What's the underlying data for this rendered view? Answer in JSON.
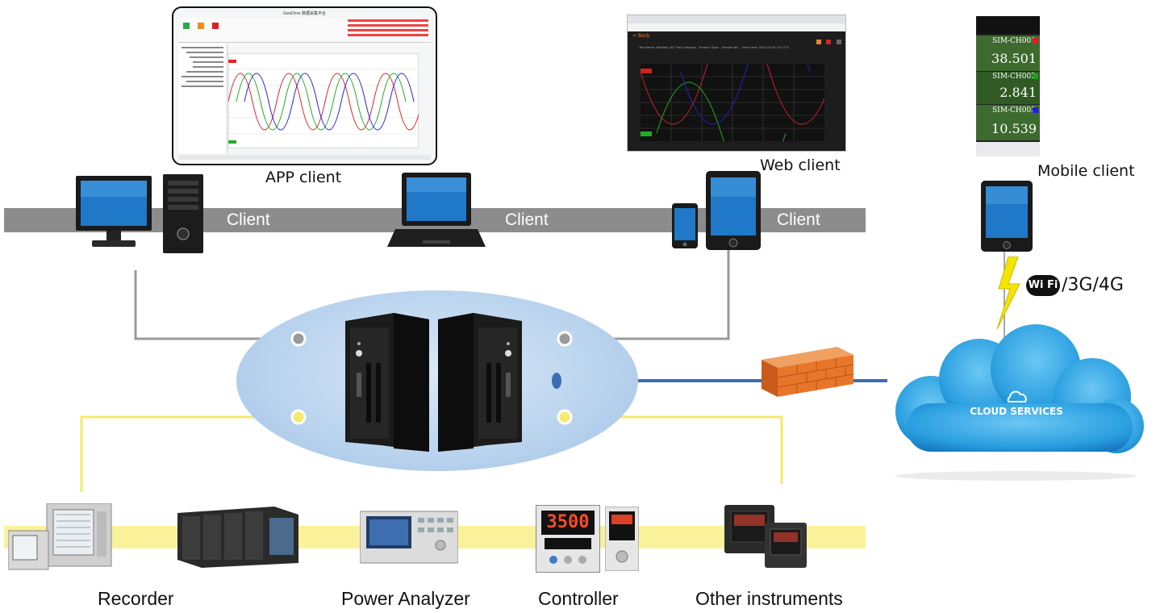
{
  "client_band": {
    "labels": [
      "Client",
      "Client",
      "Client"
    ],
    "color": "#8c8c8c"
  },
  "screenshots": {
    "app": {
      "caption": "APP client",
      "titlebar": "GeoDine 数据采集平台"
    },
    "web": {
      "caption": "Web client",
      "back": "< Back",
      "info": "Test Name: NewTest_002  Test Category: -  Product Type: -  Sample No.: -  Start time: 2022-03-24 10:17:21"
    },
    "mobile": {
      "caption": "Mobile client",
      "channels": [
        {
          "name": "SIM-CH001",
          "value": "38.501",
          "swatch": "#e02020"
        },
        {
          "name": "SIM-CH002",
          "value": "2.841",
          "swatch": "#20a020"
        },
        {
          "name": "SIM-CH003",
          "value": "10.539",
          "swatch": "#2020e0"
        }
      ]
    }
  },
  "network": {
    "wireless": "/3G/4G",
    "wifi_badge": "Wi Fi",
    "cloud_label": "CLOUD SERVICES"
  },
  "instruments": {
    "labels": [
      {
        "key": "recorder",
        "text": "Recorder"
      },
      {
        "key": "power",
        "text": "Power Analyzer"
      },
      {
        "key": "controller",
        "text": "Controller"
      },
      {
        "key": "other",
        "text": "Other instruments"
      }
    ],
    "controller_display": "3500"
  },
  "colors": {
    "instrument_band": "#f9f29a",
    "yellow_line": "#f5ea6a",
    "gray_line": "#9a9a9a",
    "ellipse": "#b9d3ee",
    "cloud": "#2a9fe0",
    "link_blue": "#3b6db4",
    "firewall": "#e8762a"
  }
}
